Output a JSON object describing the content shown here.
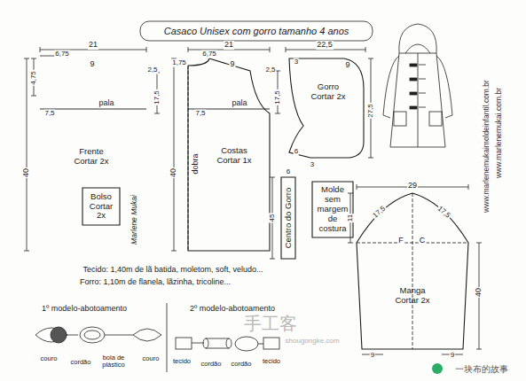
{
  "diagram": {
    "title": "Casaco Unisex com gorro tamanho 4 anos",
    "nodes": [
      {
        "text": [
          "Frente Cortar 2x"
        ]
      },
      {
        "text": [
          "Bolso Cortar 2x"
        ],
        "in": 0
      },
      {
        "text": [
          "Costas Cortar 1x"
        ]
      },
      {
        "text": [
          "Gorro Cortar 2x"
        ]
      },
      {
        "text": [
          "Centro do Gorro"
        ]
      },
      {
        "text": [
          "Molde sem margem de costura"
        ]
      },
      {
        "text": [
          "Manga Cortar 2x"
        ]
      }
    ],
    "labels": [
      "21",
      "6,75",
      "4,75",
      "9",
      "2,5",
      "17,5",
      "pala",
      "7,5",
      "40",
      "21",
      "1,75",
      "6,75",
      "9",
      "2,5",
      "17,5",
      "pala",
      "7,5",
      "40",
      "dobra",
      "22,5",
      "3",
      "9",
      "27,5",
      "6",
      "3",
      "45",
      "6",
      "29",
      "11",
      "17,5",
      "17,5",
      "F",
      "C",
      "40",
      "9",
      "9",
      "Tecido: 1,40m de lã batida, moletom, soft, veludo...",
      "Forro: 1,10m de flanela, lãzinha, tricoline...",
      "1º modelo-abotoamento",
      "2º modelo-abotoamento",
      "couro",
      "cordão",
      "bola de plástico",
      "couro",
      "tecido",
      "cordão",
      "cordão",
      "tecido",
      "www.marlenemukaimoldeinfantil.com.br",
      "www.marlenemukai.com.br",
      "Marlene Mukai",
      "手工客",
      "shougongke.com",
      "一块布的故事"
    ]
  }
}
